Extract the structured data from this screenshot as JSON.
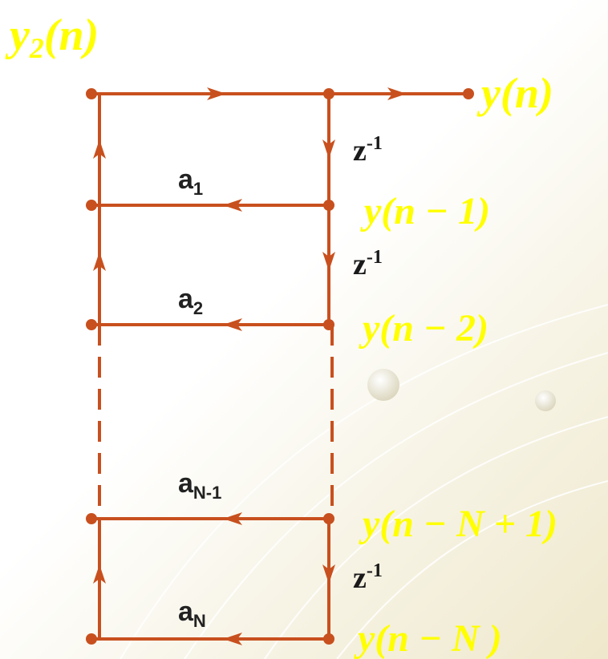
{
  "diagram": {
    "input_label": {
      "base": "y",
      "sub": "2",
      "rest": "(n)"
    },
    "output_label": "y(n)",
    "delay_label": {
      "base": "z",
      "sup": "-1"
    },
    "tap_labels": [
      "y(n − 1)",
      "y(n − 2)",
      "y(n − N + 1)",
      "y(n − N )"
    ],
    "coefficients": [
      {
        "base": "a",
        "sub": "1"
      },
      {
        "base": "a",
        "sub": "2"
      },
      {
        "base": "a",
        "sub": "N-1"
      },
      {
        "base": "a",
        "sub": "N"
      }
    ]
  },
  "colors": {
    "signal_line": "#c8501e",
    "label_yellow": "#ffff00",
    "coefficient_text": "#222222",
    "background_accent": "#efe8cc"
  }
}
